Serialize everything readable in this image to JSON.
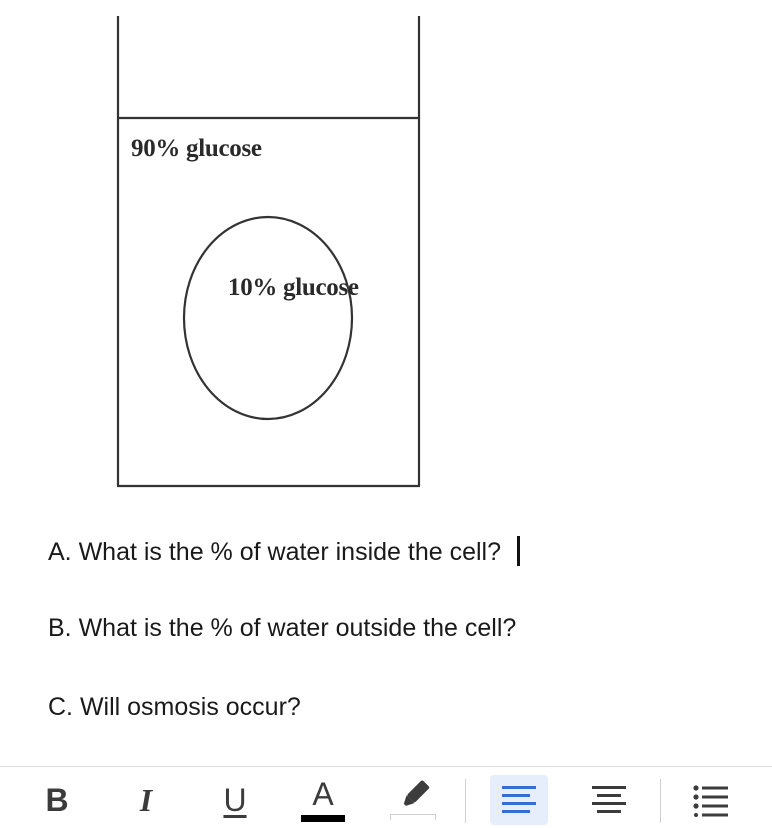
{
  "diagram": {
    "outside_label": "90% glucose",
    "inside_label": "10% glucose"
  },
  "questions": {
    "a": "A. What is the % of water inside the cell?",
    "b": "B. What is the % of water outside the cell?",
    "c": "C. Will osmosis occur?"
  },
  "toolbar": {
    "bold_label": "B",
    "italic_label": "I",
    "underline_label": "U",
    "text_color_label": "A",
    "text_color": "#000000",
    "active_button": "align-left",
    "active_color": "#2f6fd6",
    "icons": [
      "bold-icon",
      "italic-icon",
      "underline-icon",
      "text-color-icon",
      "highlight-icon",
      "align-left-icon",
      "align-center-icon",
      "bulleted-list-icon"
    ]
  }
}
